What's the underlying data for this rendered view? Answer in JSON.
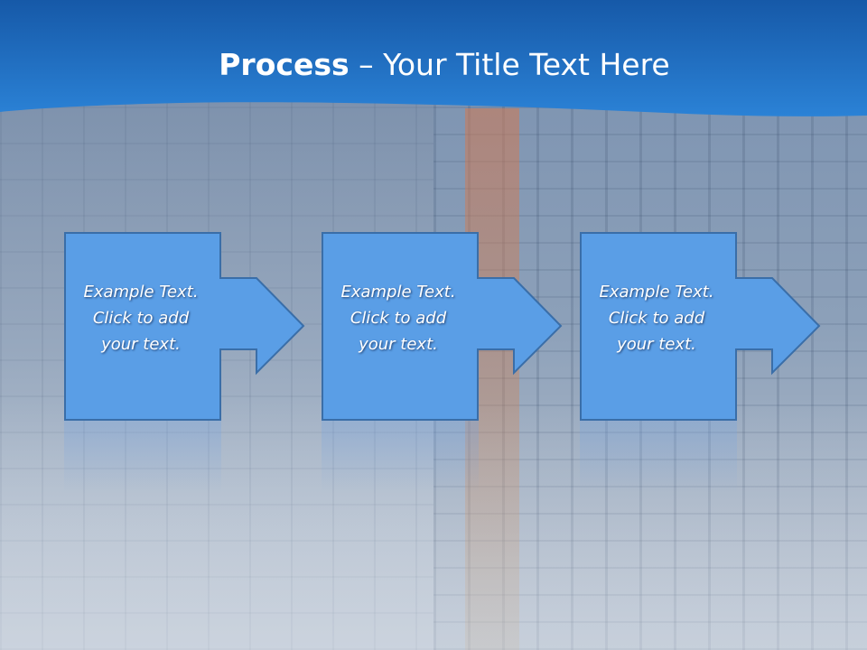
{
  "title": {
    "bold": "Process",
    "rest": " – Your Title Text Here"
  },
  "colors": {
    "header": "#1e6fc4",
    "box_fill": "#5a9ee6",
    "box_stroke": "#3a6ea8"
  },
  "steps": [
    {
      "text": "Example Text.\nClick  to add\nyour text."
    },
    {
      "text": "Example Text.\nClick  to add\nyour text."
    },
    {
      "text": "Example Text.\nClick  to add\nyour text."
    }
  ]
}
